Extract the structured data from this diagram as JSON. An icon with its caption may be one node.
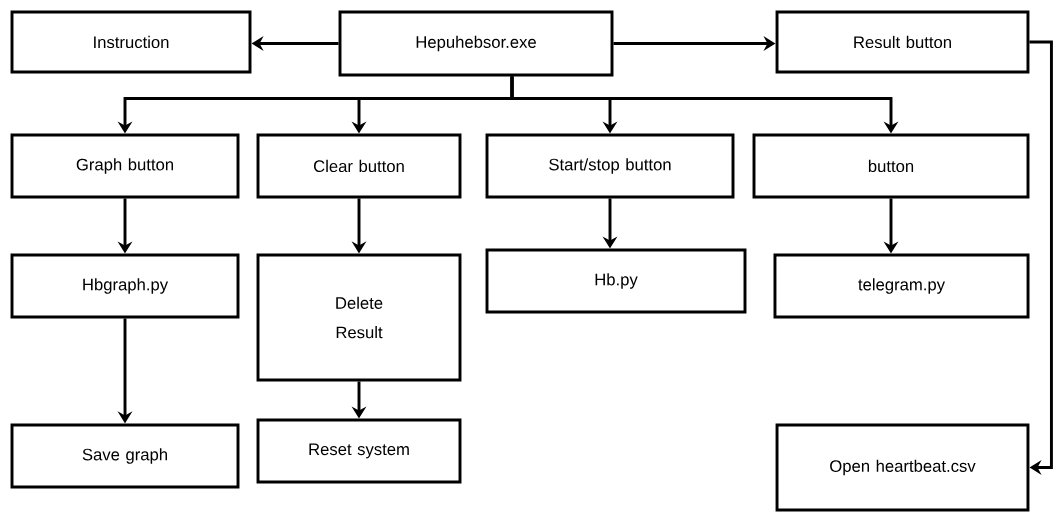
{
  "diagram": {
    "nodes": [
      {
        "text": [
          "Hepuhebsor.exe"
        ]
      },
      {
        "text": [
          "Instruction"
        ]
      },
      {
        "text": [
          "Result button"
        ]
      },
      {
        "text": [
          "Graph button"
        ]
      },
      {
        "text": [
          "Clear button"
        ]
      },
      {
        "text": [
          "Start/stop button"
        ]
      },
      {
        "text": [
          "button"
        ]
      },
      {
        "text": [
          "Hbgraph.py"
        ]
      },
      {
        "text": [
          "Delete Result"
        ]
      },
      {
        "text": [
          "Hb.py"
        ]
      },
      {
        "text": [
          "telegram.py"
        ]
      },
      {
        "text": [
          "Save graph"
        ]
      },
      {
        "text": [
          "Reset system"
        ]
      },
      {
        "text": [
          "Open heartbeat.csv"
        ]
      }
    ],
    "edges": [
      {
        "from": 0,
        "to": 1,
        "arrow": "to"
      },
      {
        "from": 0,
        "to": 2,
        "arrow": "to"
      },
      {
        "from": 0,
        "to": 3,
        "arrow": "to"
      },
      {
        "from": 0,
        "to": 4,
        "arrow": "to"
      },
      {
        "from": 0,
        "to": 5,
        "arrow": "to"
      },
      {
        "from": 0,
        "to": 6,
        "arrow": "to"
      },
      {
        "from": 3,
        "to": 7,
        "arrow": "to"
      },
      {
        "from": 4,
        "to": 8,
        "arrow": "to"
      },
      {
        "from": 5,
        "to": 9,
        "arrow": "to"
      },
      {
        "from": 6,
        "to": 10,
        "arrow": "to"
      },
      {
        "from": 7,
        "to": 11,
        "arrow": "to"
      },
      {
        "from": 8,
        "to": 12,
        "arrow": "to"
      },
      {
        "from": 2,
        "to": 13,
        "arrow": "to"
      }
    ]
  }
}
